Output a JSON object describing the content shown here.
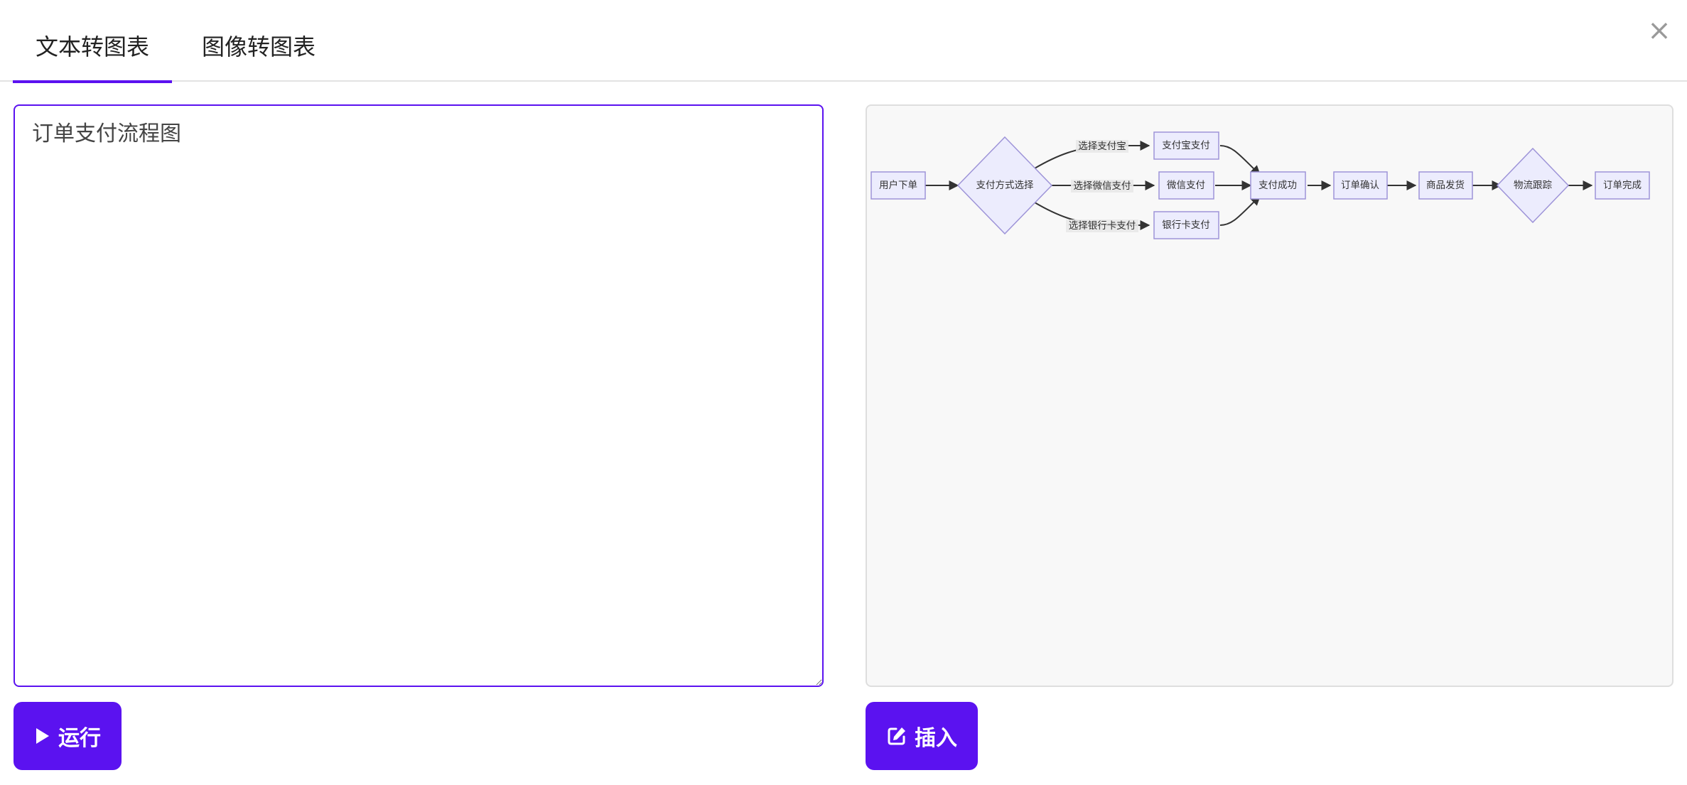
{
  "tabs": [
    {
      "label": "文本转图表",
      "active": true
    },
    {
      "label": "图像转图表",
      "active": false
    }
  ],
  "close_label": "×",
  "editor": {
    "value": "订单支付流程图"
  },
  "buttons": {
    "run": "运行",
    "insert": "插入"
  },
  "colors": {
    "accent": "#5b12f0",
    "node_fill": "#ececfd",
    "node_stroke": "#9e94d8"
  },
  "icons": {
    "run": "play-icon",
    "insert": "edit-icon",
    "close": "close-icon"
  },
  "flowchart": {
    "nodes": {
      "order": "用户下单",
      "choose": "支付方式选择",
      "alipay": "支付宝支付",
      "wechat": "微信支付",
      "bank": "银行卡支付",
      "success": "支付成功",
      "confirm": "订单确认",
      "ship": "商品发货",
      "track": "物流跟踪",
      "done": "订单完成"
    },
    "edge_labels": {
      "alipay": "选择支付宝",
      "wechat": "选择微信支付",
      "bank": "选择银行卡支付"
    }
  }
}
